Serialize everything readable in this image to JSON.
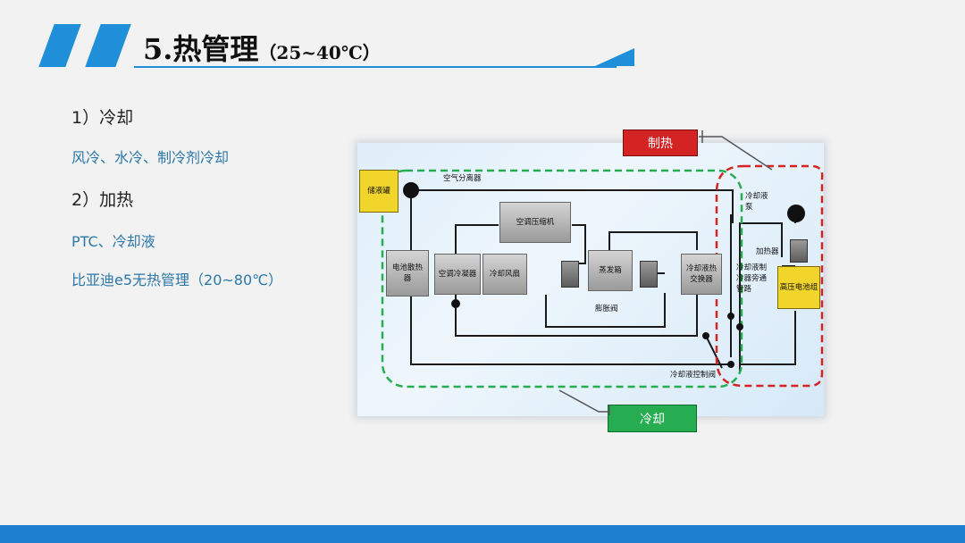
{
  "header": {
    "title": "5.热管理",
    "title_range": "（25~40℃）",
    "accent_color": "#1e8fd8"
  },
  "content": {
    "item1_heading": "1）冷却",
    "item1_body": "风冷、水冷、制冷剂冷却",
    "item2_heading": "2）加热",
    "item2_body": "PTC、冷却液",
    "item3_body": "比亚迪e5无热管理（20~80℃）",
    "body_color": "#2a77a8"
  },
  "diagram": {
    "tag_heating": "制热",
    "tag_cooling": "冷却",
    "heating_color": "#d42323",
    "cooling_color": "#27ad51",
    "storage_tank": "储液罐",
    "air_separator": "空气分离器",
    "ac_compressor": "空调压缩机",
    "battery_heat_sink": "电池散热器",
    "ac_condenser": "空调冷凝器",
    "cooling_fan": "冷却风扇",
    "evaporator": "蒸发箱",
    "expansion_valve": "膨胀阀",
    "coolant_chiller": "冷却液热交换器",
    "coolant_pump": "冷却液泵",
    "heater": "加热器",
    "refrigerant_bypass": "冷却液制冷器旁通管路",
    "hv_battery": "高压电池组",
    "coolant_control_valve": "冷却液控制阀"
  }
}
